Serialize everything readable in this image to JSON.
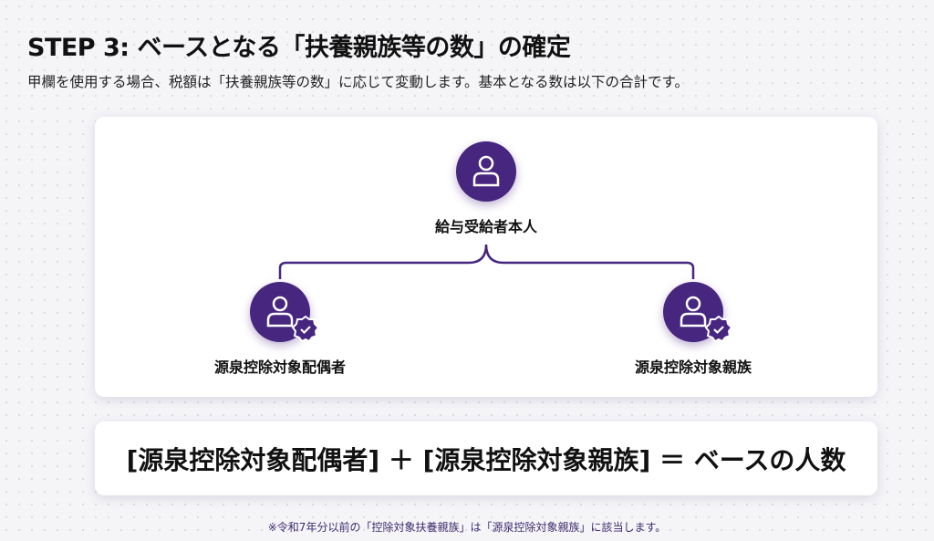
{
  "title": "STEP 3: ベースとなる「扶養親族等の数」の確定",
  "subtitle": "甲欄を使用する場合、税額は「扶養親族等の数」に応じて変動します。基本となる数は以下の合計です。",
  "diagram": {
    "top": {
      "label": "給与受給者本人",
      "icon": "person-icon"
    },
    "left": {
      "label": "源泉控除対象配偶者",
      "icon": "person-verified-icon"
    },
    "right": {
      "label": "源泉控除対象親族",
      "icon": "person-verified-icon"
    }
  },
  "formula": "[源泉控除対象配偶者] ＋ [源泉控除対象親族] ＝ ベースの人数",
  "footnote": "※令和7年分以前の「控除対象扶養親族」は「源泉控除対象親族」に該当します。",
  "colors": {
    "accent": "#47267f"
  }
}
